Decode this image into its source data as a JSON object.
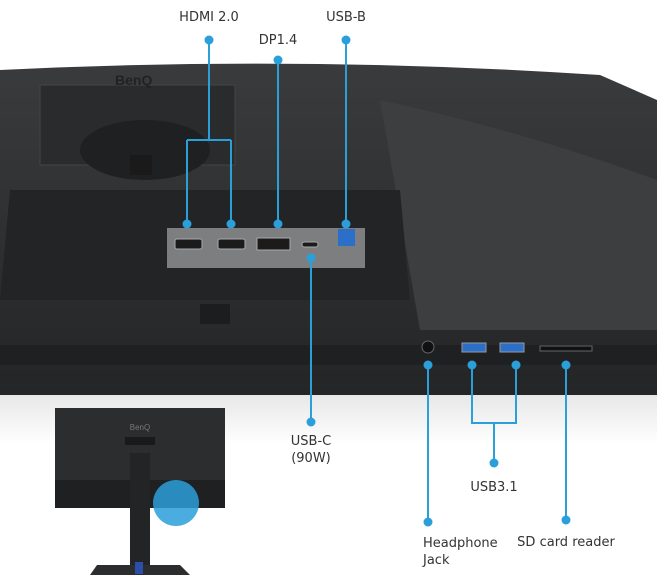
{
  "labels": {
    "hdmi": "HDMI 2.0",
    "dp": "DP1.4",
    "usb_b": "USB-B",
    "usb_c_line1": "USB-C",
    "usb_c_line2": "(90W)",
    "usb31": "USB3.1",
    "headphone_line1": "Headphone",
    "headphone_line2": "Jack",
    "sd": "SD card reader"
  },
  "logo": "BenQ",
  "colors": {
    "accent": "#2b9fd9",
    "body": "#2e2f31",
    "panel": "#7d7e80",
    "text": "#333333"
  }
}
